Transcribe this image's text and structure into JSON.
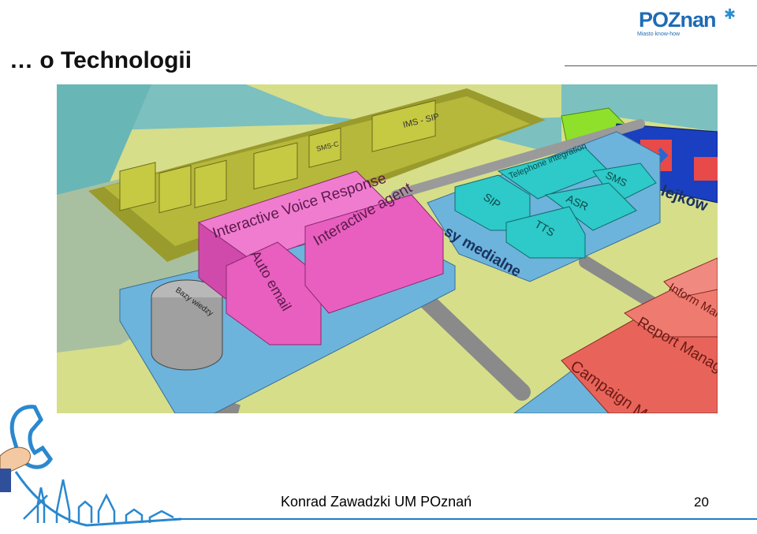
{
  "slide": {
    "title": "… o Technologii",
    "page_number": "20"
  },
  "logo": {
    "name": "POZnan",
    "tagline": "Miasto know-how"
  },
  "footer": {
    "author": "Konrad Zawadzki UM POznań"
  },
  "diagram": {
    "labels": {
      "ivr": "Interactive Voice Response",
      "interactive_agent": "Interactive agent",
      "auto_email": "Auto email",
      "sip": "SIP",
      "telephone_integration": "Telephone integration",
      "sms": "SMS",
      "asr": "ASR",
      "tts": "TTS",
      "media_services": "sy medialne",
      "queue_fragment": "lejkow",
      "report_manager": "Report Manager",
      "campaign_manager": "Campaign Manager",
      "information_manager": "Inform Manage",
      "database": "Bazy wiedzy",
      "ims_sip": "IMS - SIP",
      "sms_c": "SMS-C"
    },
    "colors": {
      "pink": "#e85fbf",
      "cyan": "#2ec9c9",
      "olive": "#b5b83a",
      "salmon": "#e8645a",
      "lime": "#8fe02b",
      "blue": "#1a3fc0",
      "yellow_ground": "#d9e08a",
      "blue_base": "#6db4dc"
    }
  }
}
